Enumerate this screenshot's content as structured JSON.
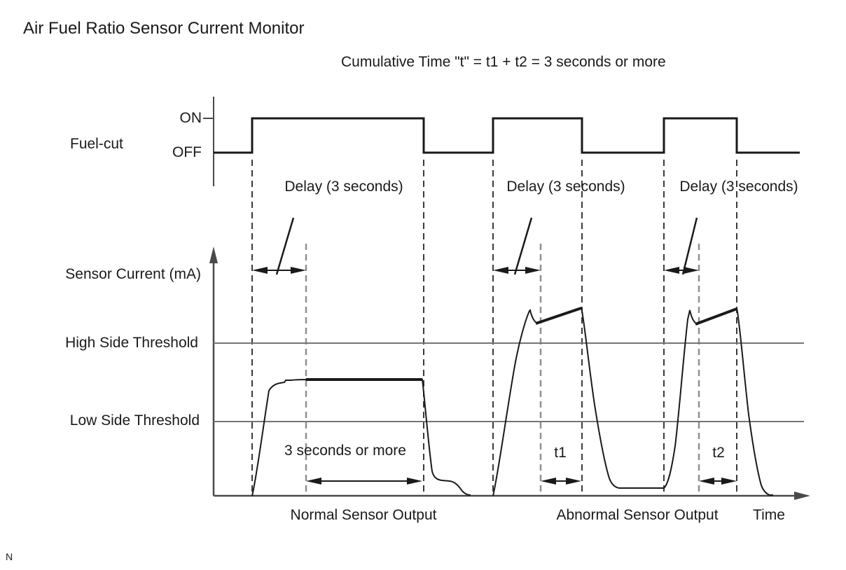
{
  "diagram": {
    "title": "Air Fuel Ratio Sensor Current Monitor",
    "subtitle": "Cumulative Time \"t\" = t1 + t2 = 3 seconds or more",
    "fuel_cut": {
      "label": "Fuel-cut",
      "on_label": "ON",
      "off_label": "OFF",
      "delay_labels": [
        "Delay (3 seconds)",
        "Delay (3 seconds)",
        "Delay (3 seconds)"
      ]
    },
    "sensor": {
      "axis_label": "Sensor Current (mA)",
      "high_threshold_label": "High Side Threshold",
      "low_threshold_label": "Low Side Threshold",
      "duration_label": "3 seconds or more",
      "t1_label": "t1",
      "t2_label": "t2",
      "normal_label": "Normal Sensor Output",
      "abnormal_label": "Abnormal Sensor Output",
      "time_label": "Time"
    },
    "colors": {
      "line": "#1a1a1a",
      "axis": "#4a4a4a",
      "threshold": "#757575",
      "dash_dark": "#3a3a3a",
      "dash_light": "#909090"
    },
    "footnote": "N"
  }
}
